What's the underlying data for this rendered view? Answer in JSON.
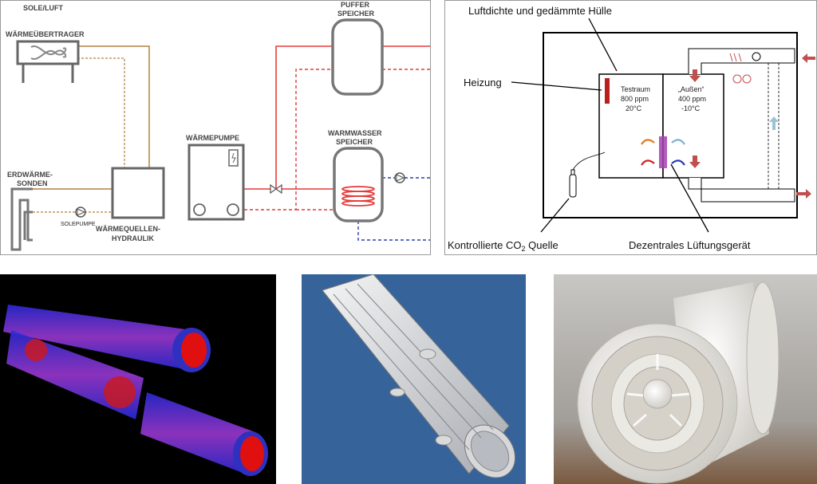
{
  "heatpump_diagram": {
    "sole_luft_line1": "SOLE/LUFT",
    "sole_luft_line2": "WÄRMEÜBERTRAGER",
    "puffer_line1": "PUFFER",
    "puffer_line2": "SPEICHER",
    "waermepumpe": "WÄRMEPUMPE",
    "warmwasser_line1": "WARMWASSER",
    "warmwasser_line2": "SPEICHER",
    "erdwaerme_line1": "ERDWÄRME-",
    "erdwaerme_line2": "SONDEN",
    "solepumpe": "SOLEPUMPE",
    "hydraulik_line1": "WÄRMEQUELLEN-",
    "hydraulik_line2": "HYDRAULIK"
  },
  "ventilation_diagram": {
    "huelle": "Luftdichte und gedämmte Hülle",
    "heizung": "Heizung",
    "testraum_line1": "Testraum",
    "testraum_line2": "800 ppm",
    "testraum_line3": "20°C",
    "aussen_line1": "„Außen“",
    "aussen_line2": "400 ppm",
    "aussen_line3": "-10°C",
    "co2_quelle_prefix": "Kontrollierte CO",
    "co2_quelle_sub": "2",
    "co2_quelle_suffix": " Quelle",
    "lueftungsgeraet": "Dezentrales Lüftungsgerät"
  },
  "colors": {
    "supply_red": "#e53a3a",
    "return_blue": "#2a3fb0",
    "brine_brown": "#b08040",
    "arrow_red": "#c0504d",
    "arrow_blue": "#9cc3d5",
    "photo_blue_bg": "#36649a"
  }
}
